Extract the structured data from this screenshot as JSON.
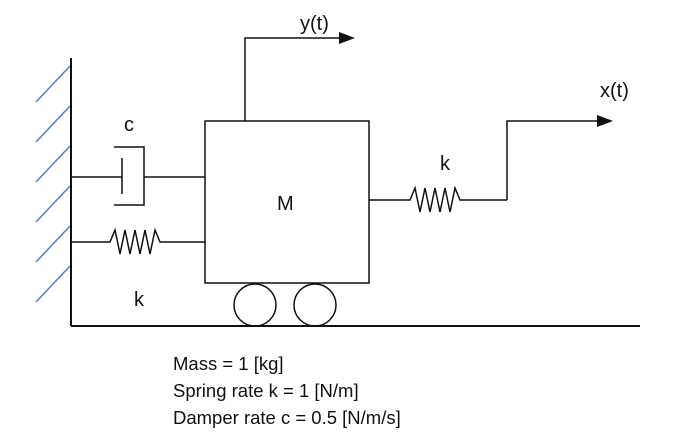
{
  "labels": {
    "output_y": "y(t)",
    "input_x": "x(t)",
    "damper": "c",
    "spring_right": "k",
    "spring_left": "k",
    "mass": "M"
  },
  "parameters": {
    "mass": "Mass = 1 [kg]",
    "spring": "Spring rate k = 1 [N/m]",
    "damper": "Damper rate c = 0.5 [N/m/s]"
  }
}
